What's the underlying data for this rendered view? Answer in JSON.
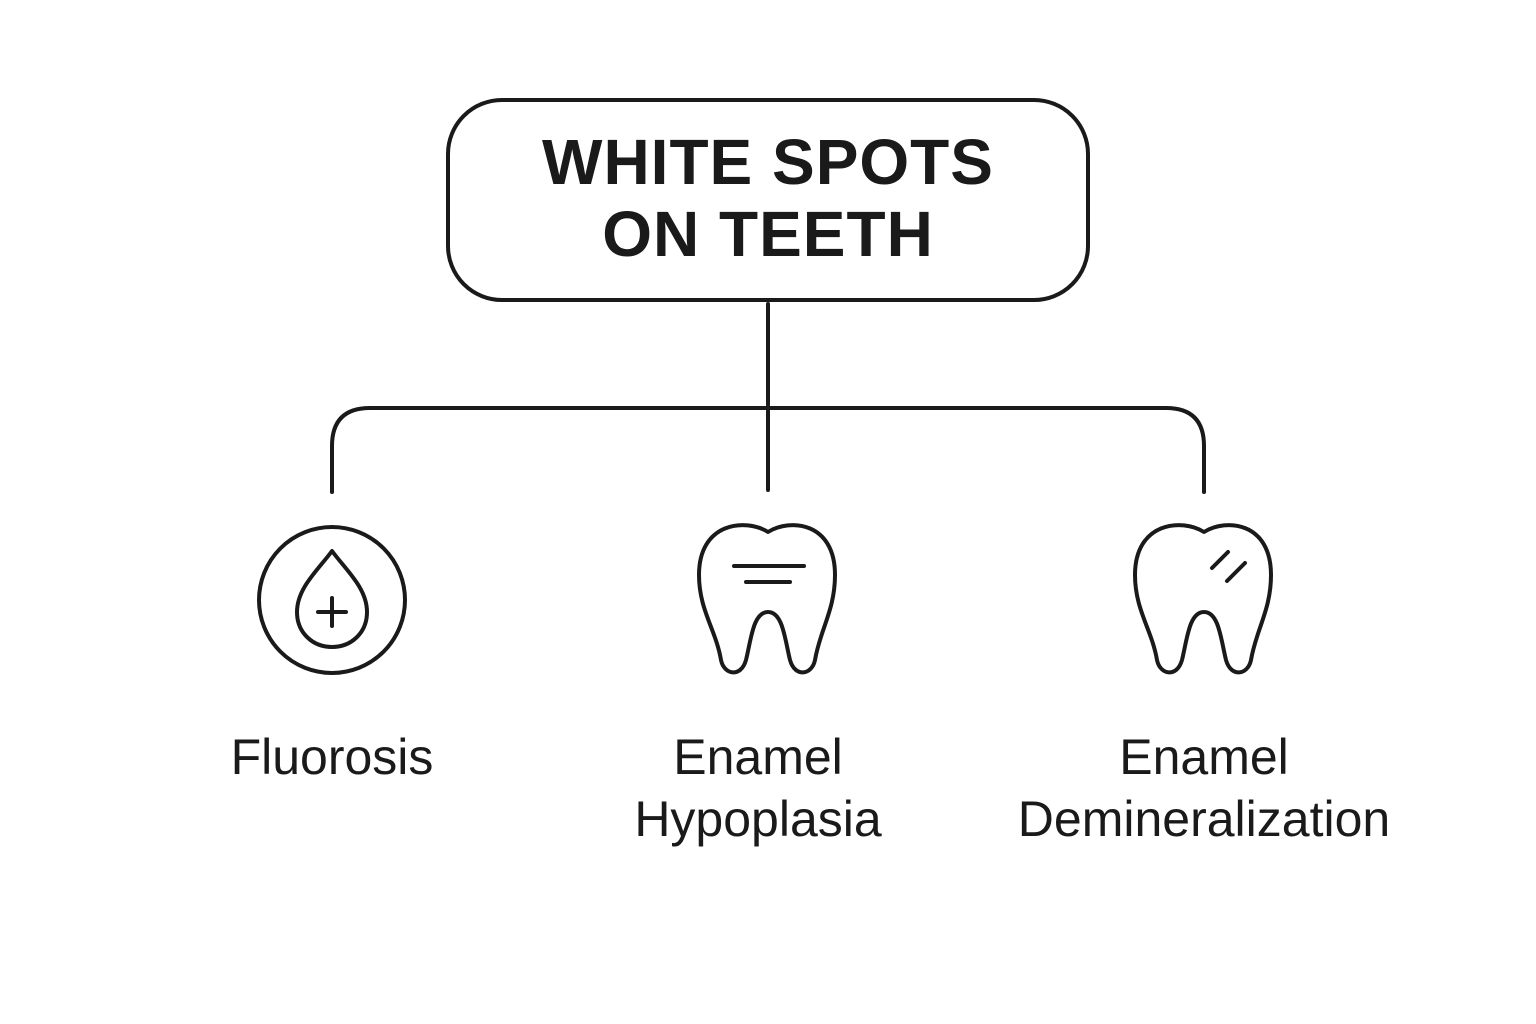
{
  "root": {
    "title_line1": "WHITE SPOTS",
    "title_line2": "ON TEETH"
  },
  "branches": [
    {
      "line1": "Fluorosis",
      "line2": "",
      "icon": "water-drop-plus-icon"
    },
    {
      "line1": "Enamel",
      "line2": "Hypoplasia",
      "icon": "tooth-lines-icon"
    },
    {
      "line1": "Enamel",
      "line2": "Demineralization",
      "icon": "tooth-shine-icon"
    }
  ],
  "colors": {
    "stroke": "#1a1a1a",
    "background": "#ffffff"
  }
}
